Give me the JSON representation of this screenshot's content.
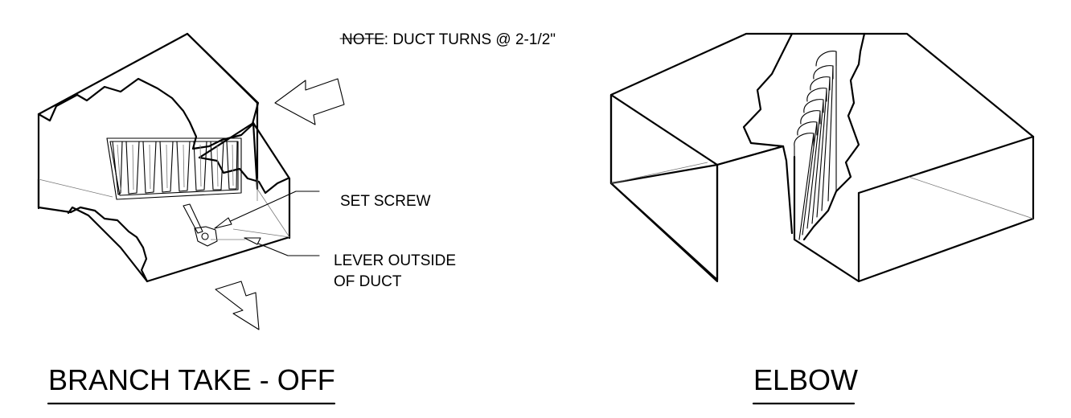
{
  "note": {
    "prefix": "NOTE",
    "text": ": DUCT TURNS @ 2-1/2\""
  },
  "branch": {
    "title": "BRANCH TAKE - OFF",
    "callouts": {
      "set_screw": "SET SCREW",
      "lever_line1": "LEVER OUTSIDE",
      "lever_line2": "OF DUCT"
    }
  },
  "elbow": {
    "title": "ELBOW"
  }
}
